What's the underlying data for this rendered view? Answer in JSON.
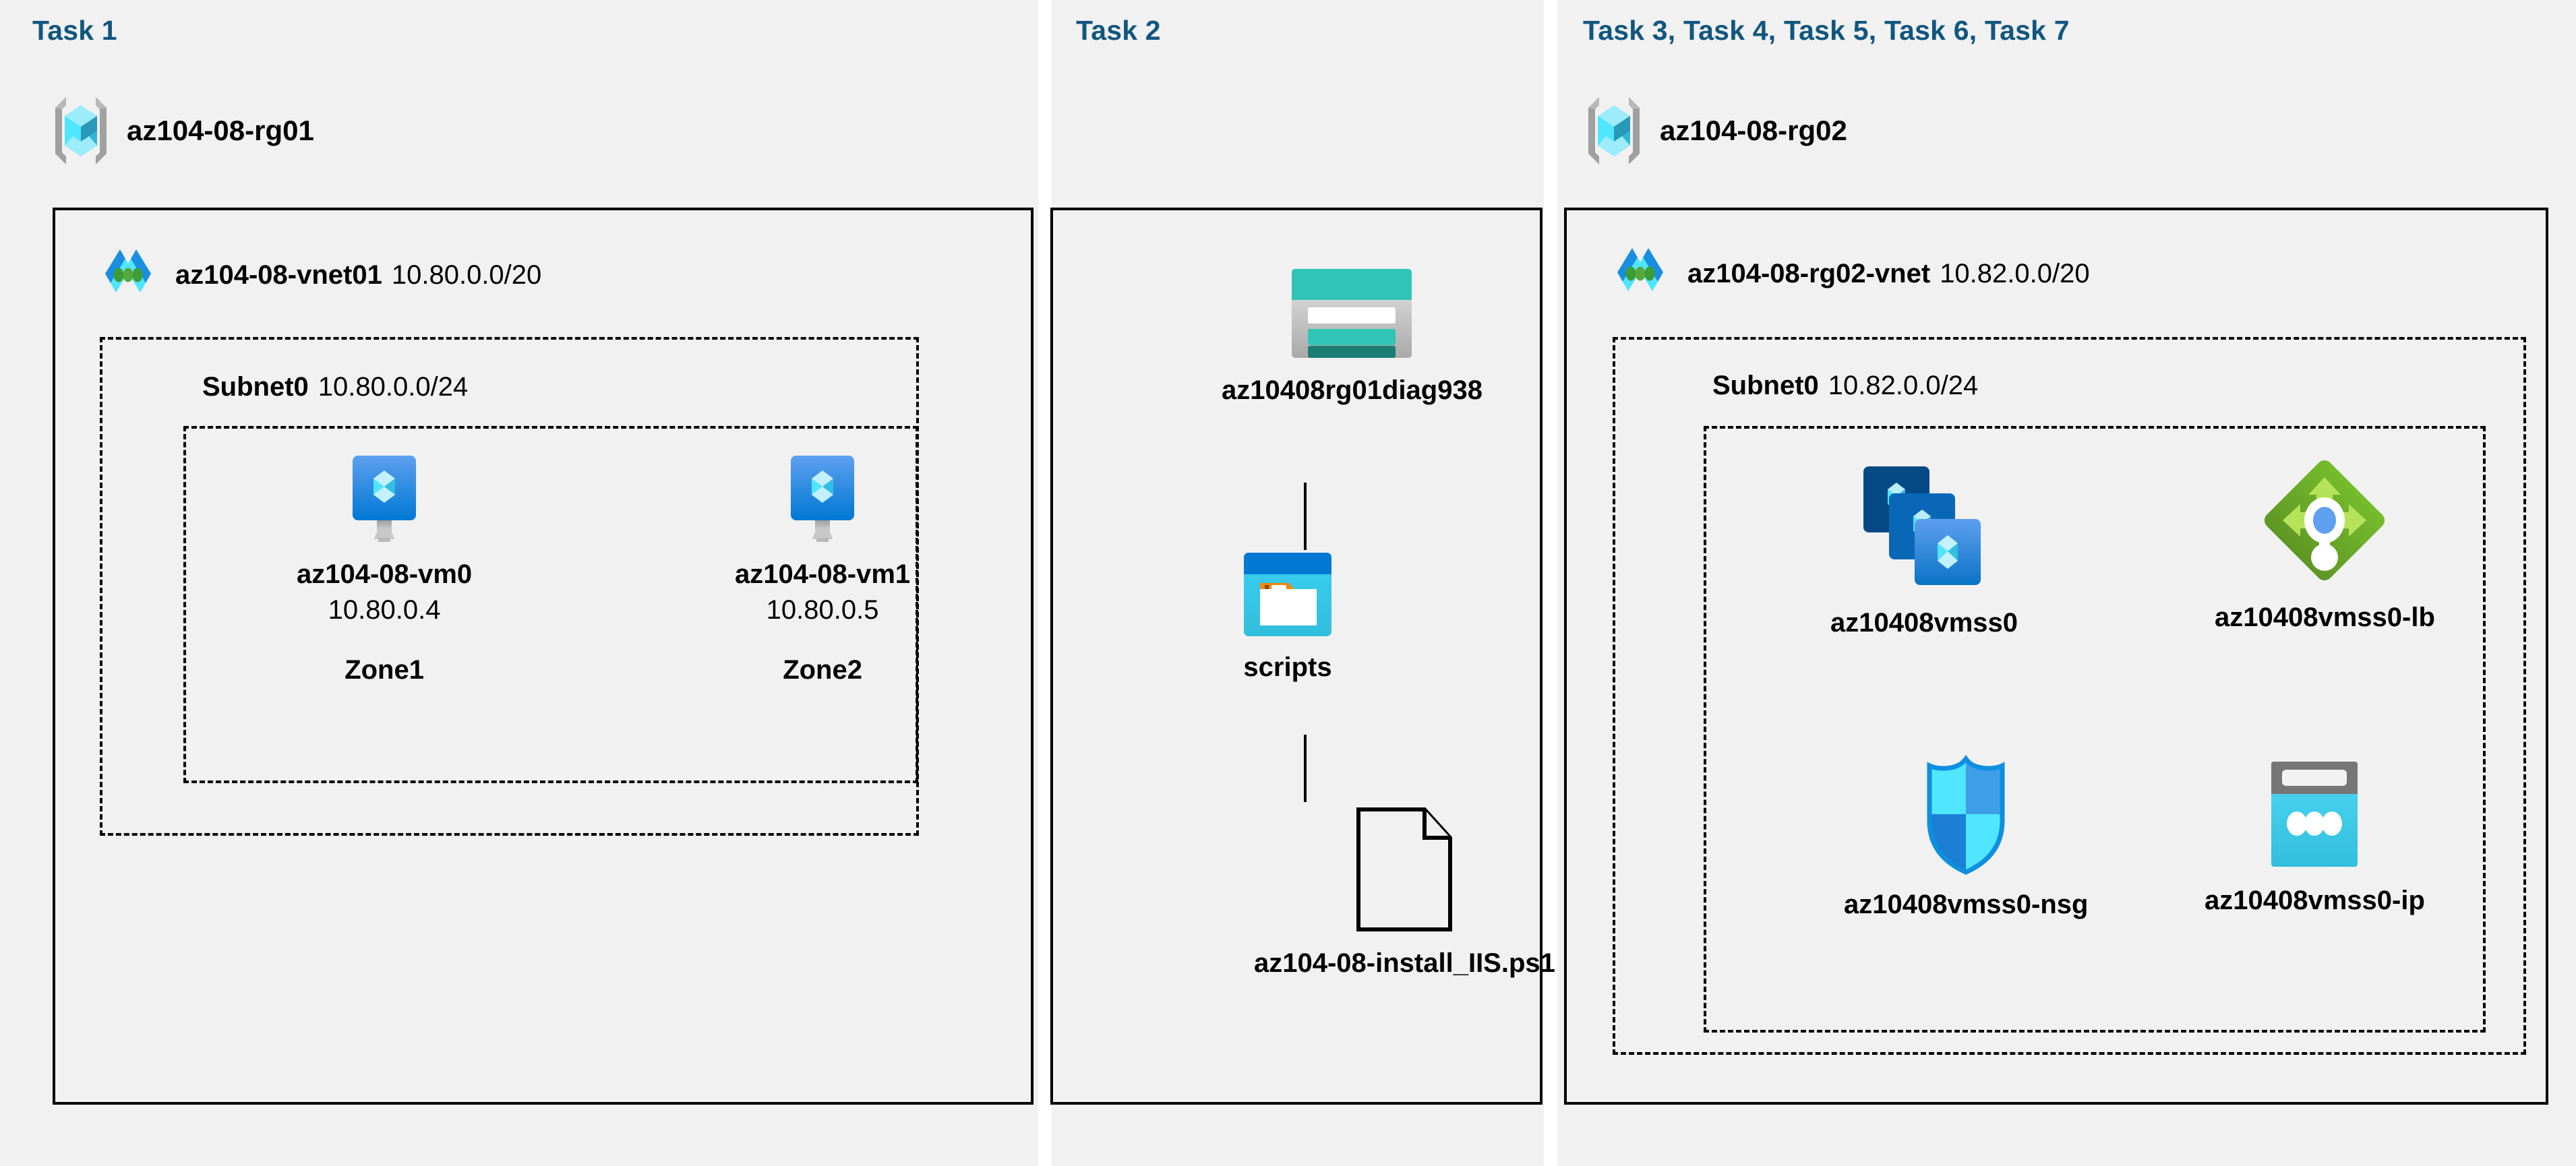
{
  "diagram": {
    "title": "Azure AZ-104 Lab 08 architecture",
    "background": "#ffffff",
    "panel_bg": "#f1f1f1",
    "task_title_color": "#11567f",
    "border_color": "#000000"
  },
  "columns": [
    {
      "id": "task1",
      "task_title": "Task 1",
      "resource_group": {
        "icon": "resource-group-icon",
        "name": "az104-08-rg01"
      },
      "vnet": {
        "icon": "virtual-network-icon",
        "name": "az104-08-vnet01",
        "cidr": "10.80.0.0/20"
      },
      "subnet": {
        "name": "Subnet0",
        "cidr": "10.80.0.0/24"
      },
      "vms": [
        {
          "icon": "virtual-machine-icon",
          "name": "az104-08-vm0",
          "ip": "10.80.0.4",
          "zone": "Zone1"
        },
        {
          "icon": "virtual-machine-icon",
          "name": "az104-08-vm1",
          "ip": "10.80.0.5",
          "zone": "Zone2"
        }
      ]
    },
    {
      "id": "task2",
      "task_title": "Task 2",
      "nodes": [
        {
          "icon": "storage-account-icon",
          "name": "az10408rg01diag938"
        },
        {
          "icon": "blob-container-icon",
          "name": "scripts"
        },
        {
          "icon": "file-document-icon",
          "name": "az104-08-install_IIS.ps1"
        }
      ]
    },
    {
      "id": "task3-7",
      "task_title": "Task 3, Task 4, Task 5, Task 6, Task 7",
      "resource_group": {
        "icon": "resource-group-icon",
        "name": "az104-08-rg02"
      },
      "vnet": {
        "icon": "virtual-network-icon",
        "name": "az104-08-rg02-vnet",
        "cidr": "10.82.0.0/20"
      },
      "subnet": {
        "name": "Subnet0",
        "cidr": "10.82.0.0/24"
      },
      "resources": [
        {
          "icon": "vm-scale-set-icon",
          "name": "az10408vmss0"
        },
        {
          "icon": "load-balancer-icon",
          "name": "az10408vmss0-lb"
        },
        {
          "icon": "network-security-group-icon",
          "name": "az10408vmss0-nsg"
        },
        {
          "icon": "public-ip-address-icon",
          "name": "az10408vmss0-ip"
        }
      ]
    }
  ]
}
